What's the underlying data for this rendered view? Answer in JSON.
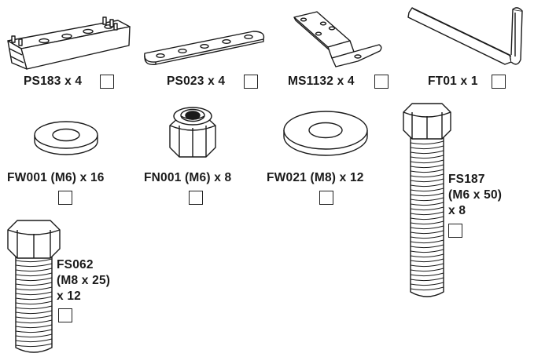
{
  "parts": [
    {
      "id": "ps183",
      "code": "PS183",
      "qty": "x 4"
    },
    {
      "id": "ps023",
      "code": "PS023",
      "qty": "x 4"
    },
    {
      "id": "ms1132",
      "code": "MS1132",
      "qty": "x 4"
    },
    {
      "id": "ft01",
      "code": "FT01",
      "qty": "x 1"
    },
    {
      "id": "fw001",
      "code": "FW001 (M6)",
      "qty": "x 16"
    },
    {
      "id": "fn001",
      "code": "FN001 (M6)",
      "qty": "x 8"
    },
    {
      "id": "fw021",
      "code": "FW021 (M8)",
      "qty": "x 12"
    },
    {
      "id": "fs187",
      "line1": "FS187",
      "line2": "(M6 x 50)",
      "qty": "x 8"
    },
    {
      "id": "fs062",
      "line1": "FS062",
      "line2": "(M8 x 25)",
      "qty": "x 12"
    }
  ],
  "checked": [
    false,
    false,
    false,
    false,
    false,
    false,
    false,
    false,
    false
  ],
  "icons": [
    "ps183-bracket-icon",
    "ps023-plate-icon",
    "ms1132-bent-plate-icon",
    "ft01-hex-key-icon",
    "fw001-washer-icon",
    "fn001-nylock-nut-icon",
    "fw021-large-washer-icon",
    "fs187-long-bolt-icon",
    "fs062-short-bolt-icon"
  ]
}
